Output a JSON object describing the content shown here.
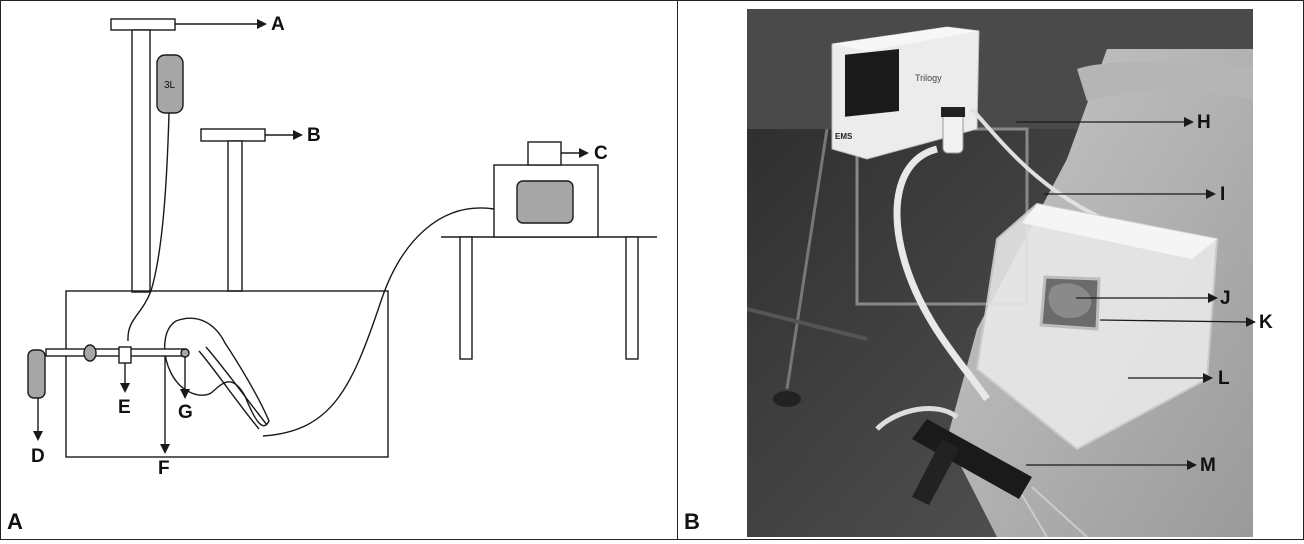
{
  "panel_a": {
    "letter": "A",
    "bag_label": "3L",
    "labels": {
      "A": "A",
      "B": "B",
      "C": "C",
      "D": "D",
      "E": "E",
      "F": "F",
      "G": "G"
    }
  },
  "panel_b": {
    "letter": "B",
    "device_brand": "Trilogy",
    "device_logo": "EMS",
    "labels": {
      "H": "H",
      "I": "I",
      "J": "J",
      "K": "K",
      "L": "L",
      "M": "M"
    }
  },
  "colors": {
    "line": "#1a1a1a",
    "fill_gray": "#a6a6a6",
    "background": "#ffffff"
  }
}
